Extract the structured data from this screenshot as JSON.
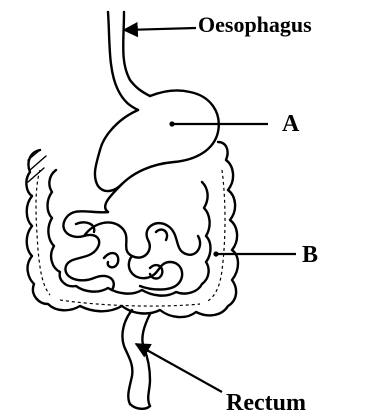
{
  "labels": {
    "oesophagus": "Oesophagus",
    "a": "A",
    "b": "B",
    "rectum": "Rectum"
  }
}
